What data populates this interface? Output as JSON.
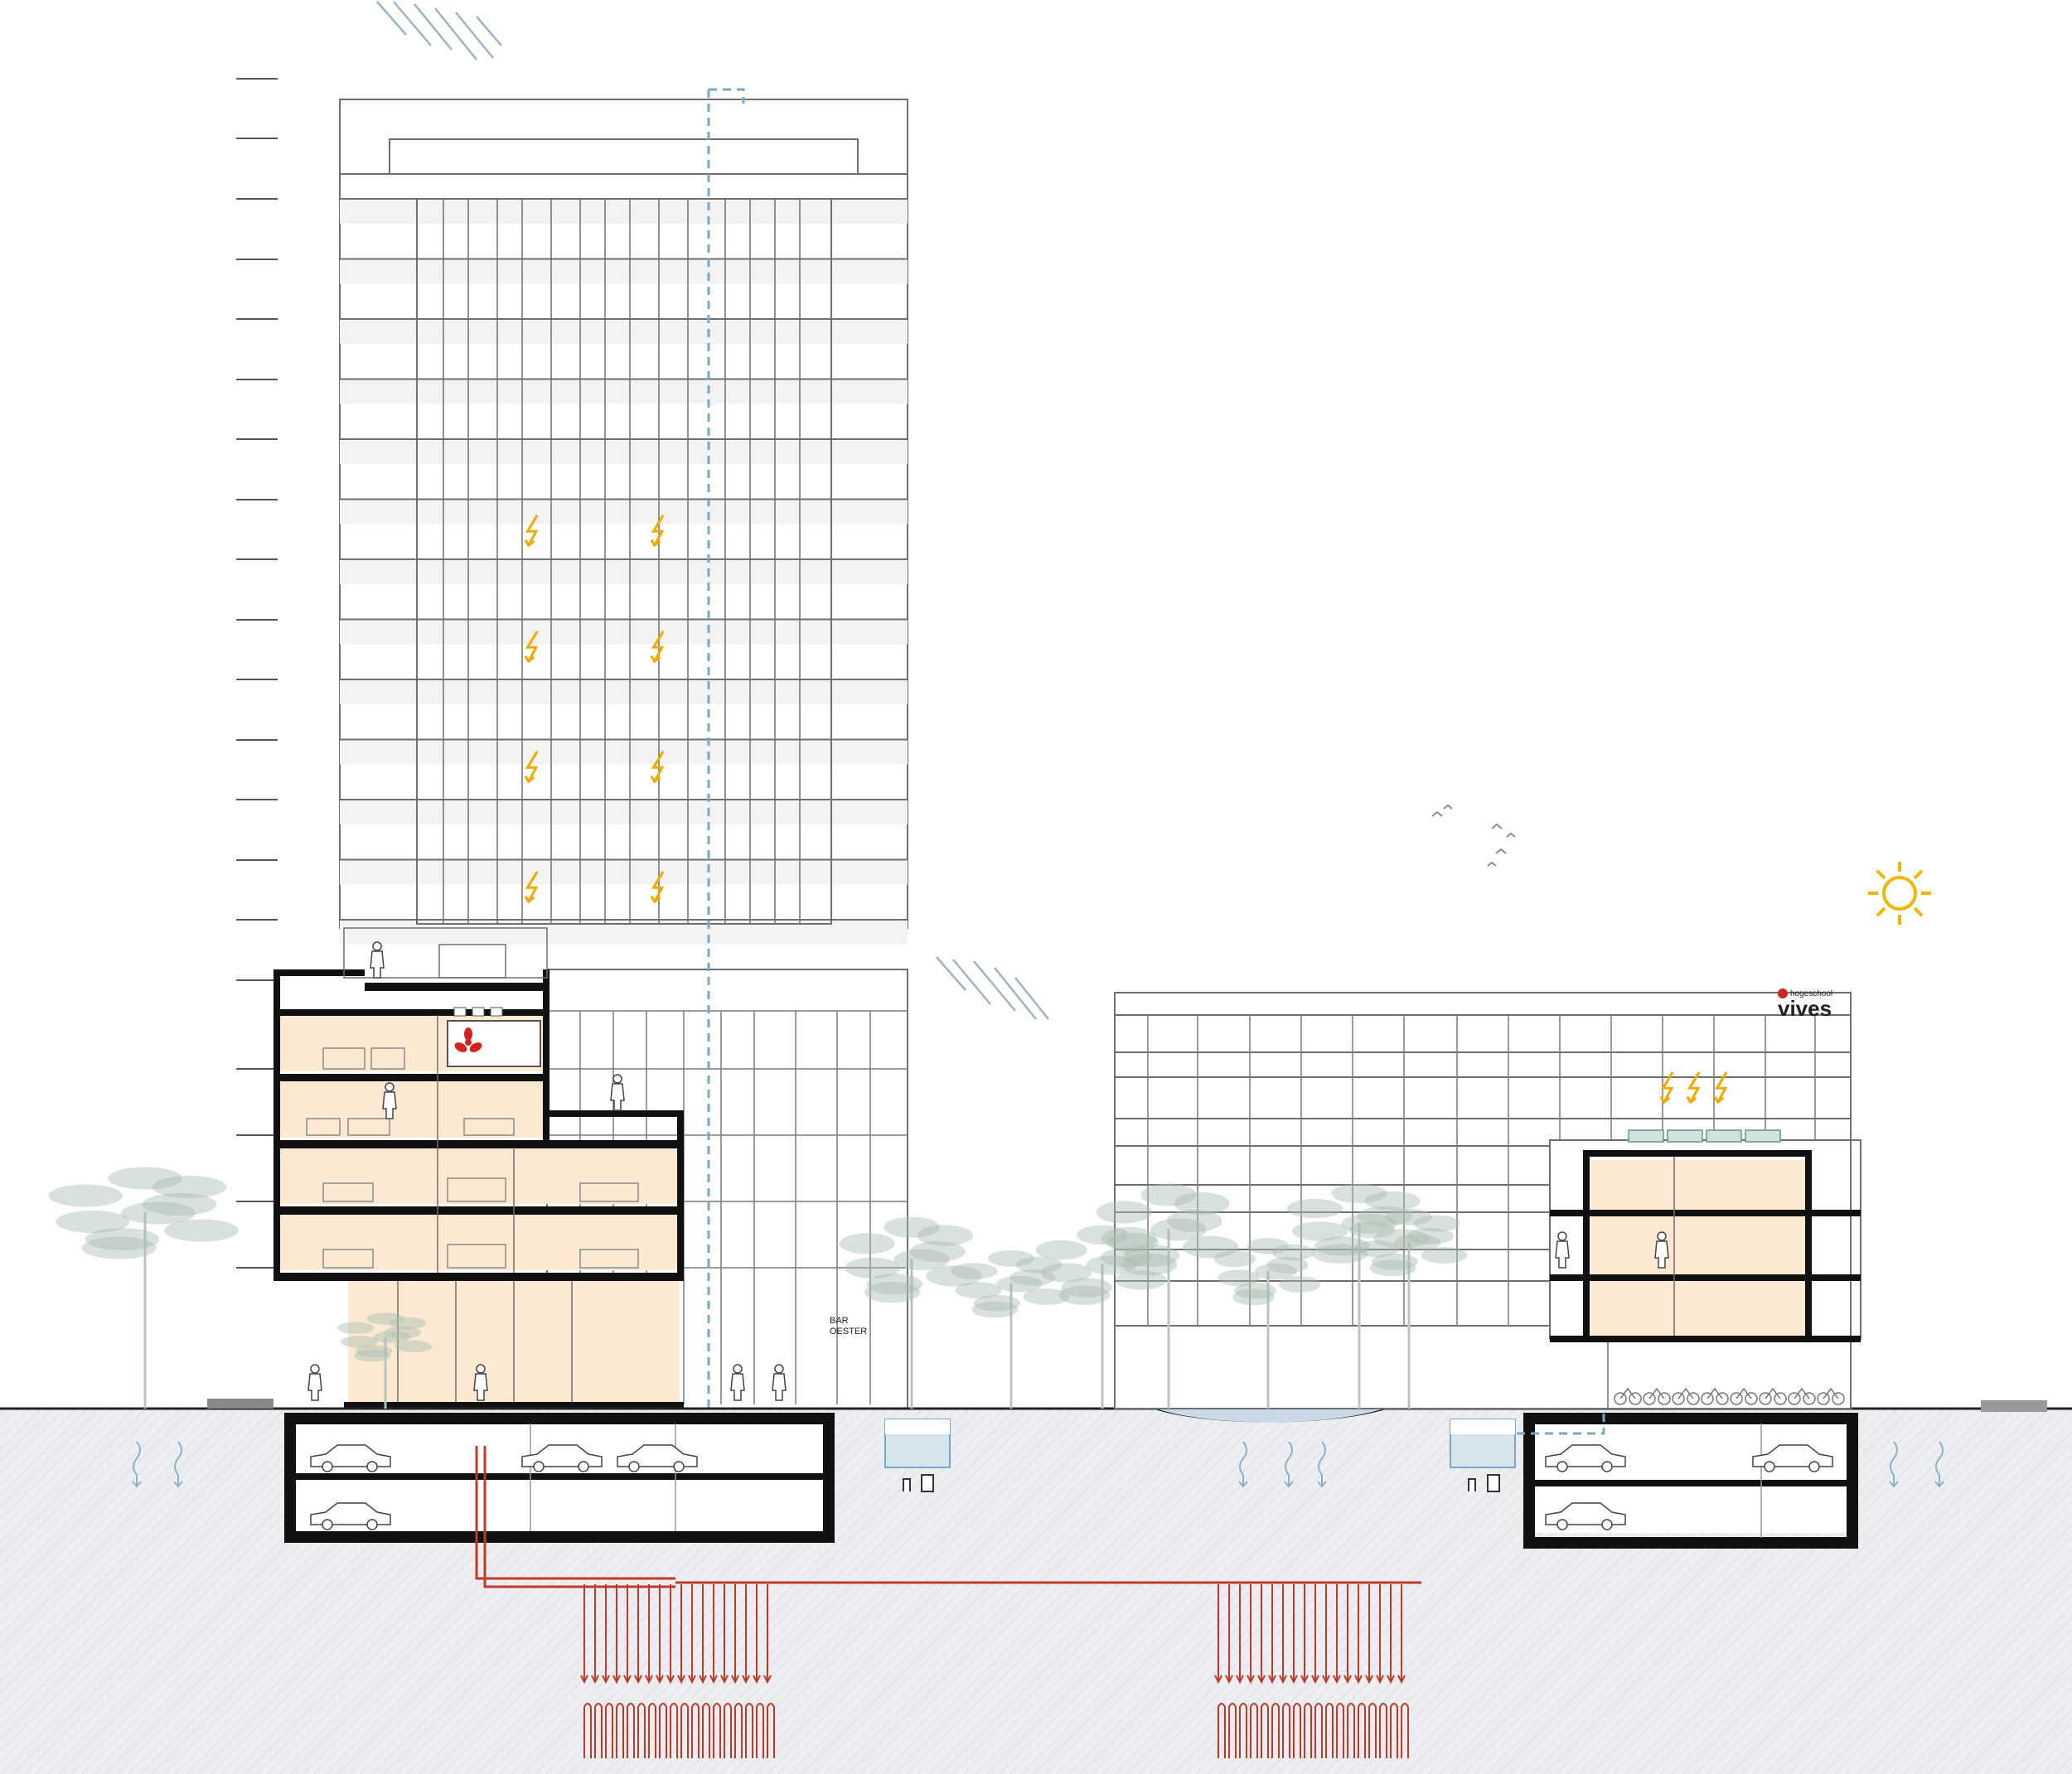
{
  "labels": {
    "bar": "BAR",
    "bar_name": "OESTER",
    "logo_small": "hogeschool",
    "logo_big": "vives"
  },
  "colors": {
    "ground": "#e9ebec",
    "ground_hatch": "#dadde0",
    "line": "#6f6f6f",
    "dark": "#111111",
    "glass": "#f4f4f4",
    "warm": "#fbe9d2",
    "geothermal": "#c0392b",
    "water": "#7aa7c7",
    "energy": "#f2a900",
    "tree": "#9fb3a8",
    "logo_red": "#d4231f"
  },
  "icons": [
    "rain-icon",
    "sun-icon",
    "lightning-bolt-icon",
    "bird-icon",
    "car-icon",
    "water-tank-icon",
    "tree-icon",
    "person-icon",
    "solar-panel-icon",
    "ventilation-fan-icon",
    "geothermal-loop-icon"
  ]
}
